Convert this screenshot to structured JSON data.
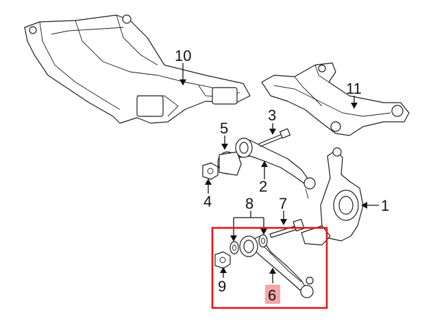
{
  "callouts": {
    "c1": "1",
    "c2": "2",
    "c3": "3",
    "c4": "4",
    "c5": "5",
    "c6": "6",
    "c7": "7",
    "c8": "8",
    "c9": "9",
    "c10": "10",
    "c11": "11"
  },
  "highlight": {
    "part_number": "6",
    "box_color": "#e3141b",
    "label_fill": "#f4a6a9"
  }
}
